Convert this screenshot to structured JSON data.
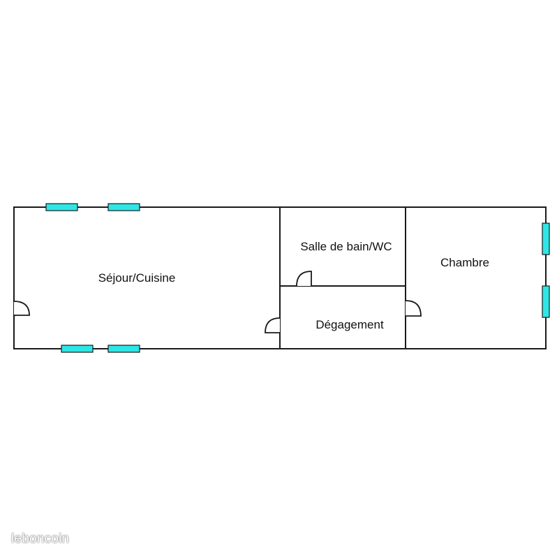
{
  "floor_plan": {
    "rooms": [
      {
        "id": "sejour",
        "label": "Séjour/Cuisine"
      },
      {
        "id": "salle-de-bain",
        "label": "Salle de bain/WC"
      },
      {
        "id": "chambre",
        "label": "Chambre"
      },
      {
        "id": "degagement",
        "label": "Dégagement"
      }
    ],
    "colors": {
      "wall": "#1a1a1a",
      "window": "#2ee6e6",
      "background": "#ffffff"
    }
  },
  "watermark": {
    "text": "leboncoin"
  }
}
